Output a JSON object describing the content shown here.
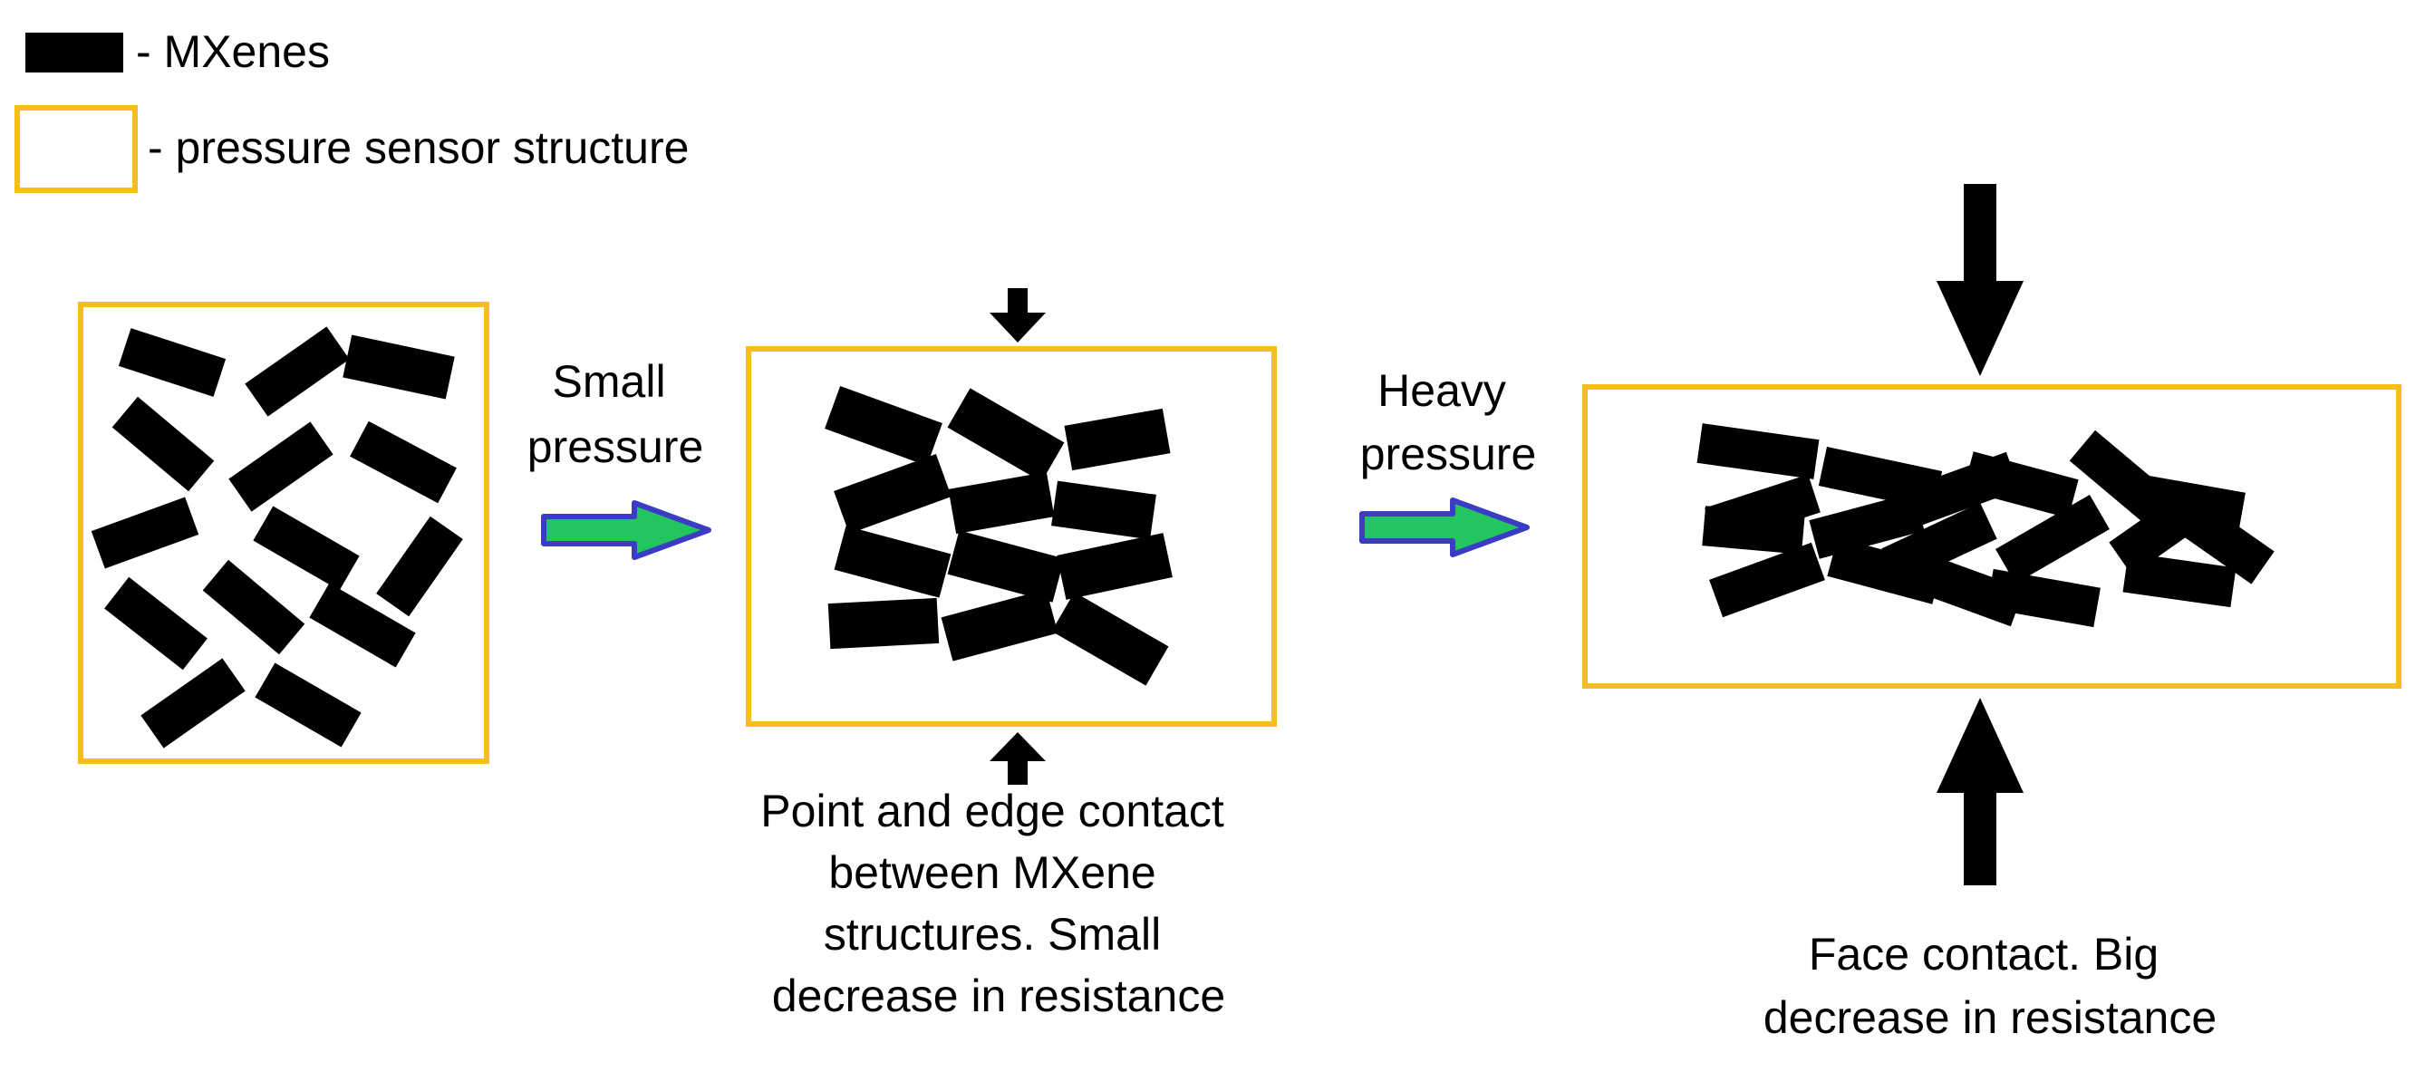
{
  "legend": {
    "mxene_label": "- MXenes",
    "sensor_label": "- pressure sensor structure"
  },
  "arrows": {
    "small_pressure": [
      "Small",
      "pressure"
    ],
    "heavy_pressure": [
      "Heavy",
      "pressure"
    ]
  },
  "captions": {
    "point_edge_contact": [
      "Point and edge contact",
      "between MXene",
      "structures. Small",
      "decrease in resistance"
    ],
    "face_contact": [
      "Face contact. Big",
      "decrease in resistance"
    ]
  },
  "colors": {
    "mxene": "#000000",
    "sensor_border": "#F5BE1E",
    "arrow_fill": "#22C55E",
    "arrow_outline": "#3B3BC4",
    "text": "#000000"
  }
}
